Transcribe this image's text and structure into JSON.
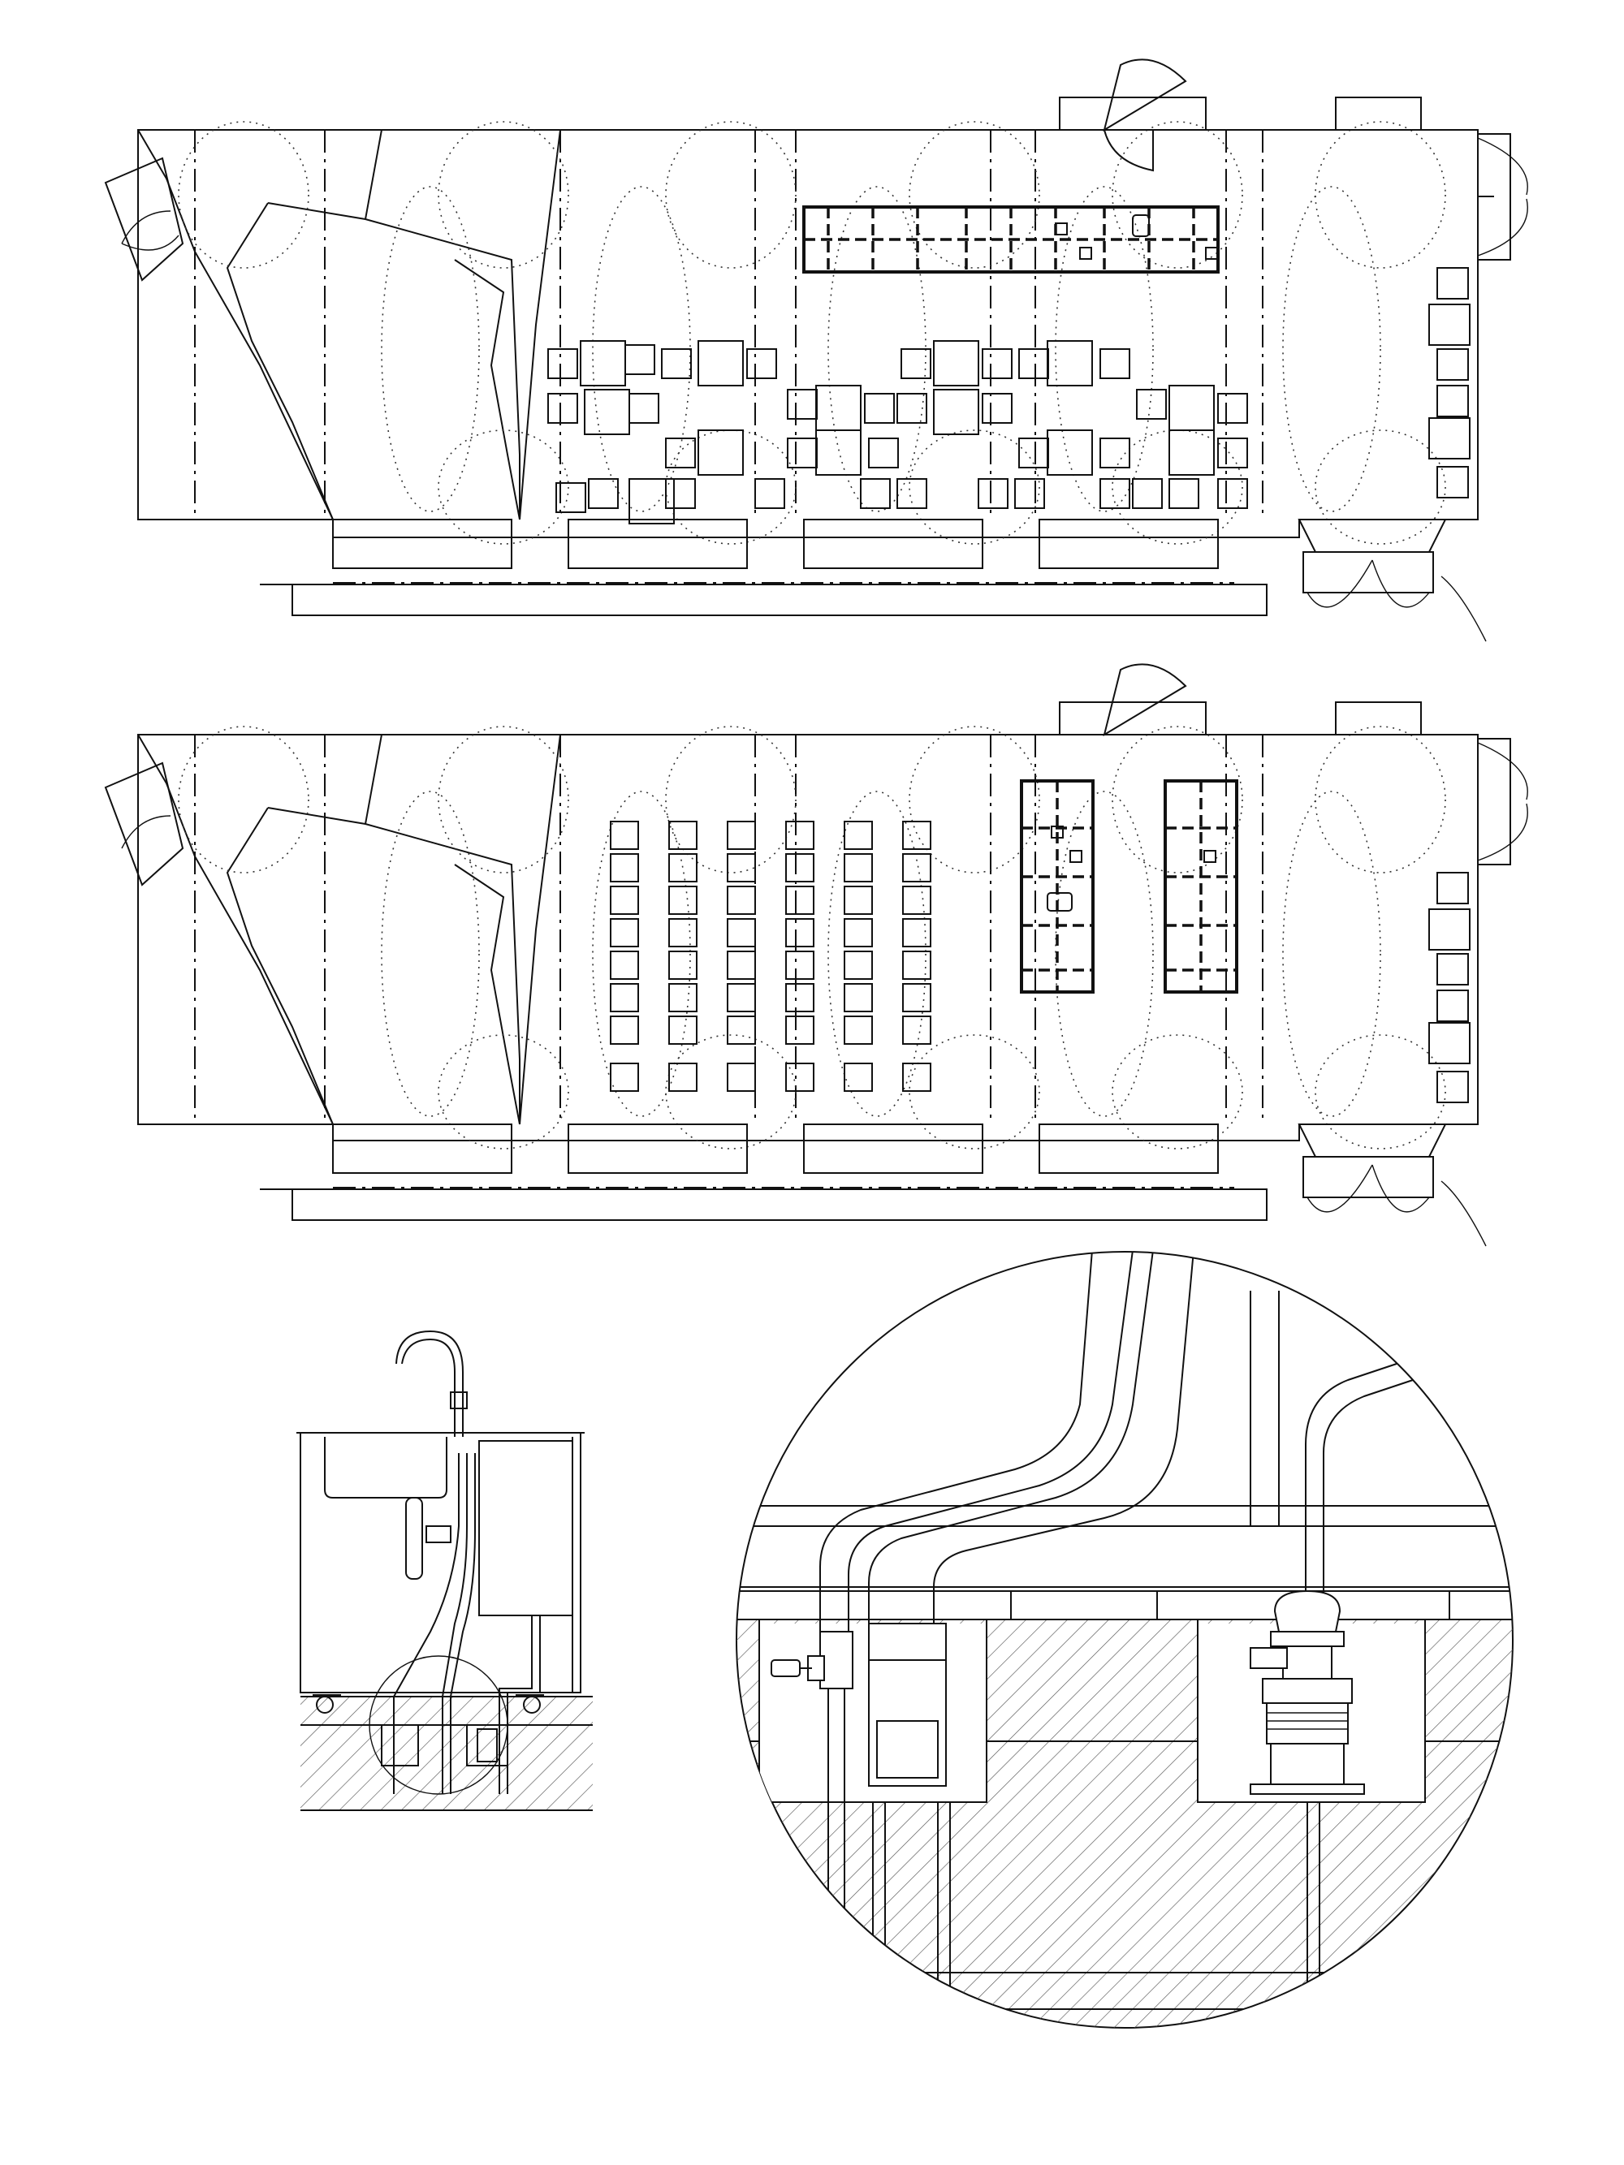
{
  "drawing": {
    "views": [
      {
        "id": "plan-layout-a",
        "description_visible": false
      },
      {
        "id": "plan-layout-b",
        "description_visible": false
      },
      {
        "id": "section-sink-unit",
        "description_visible": false
      },
      {
        "id": "detail-floor-connections",
        "description_visible": false
      }
    ],
    "plan_a": {
      "table_seat_groups": 18,
      "counter_orientation": "horizontal"
    },
    "plan_b": {
      "row_columns": 6,
      "seats_per_column": 8,
      "counters": 2
    },
    "colors": {
      "line": "#111111",
      "background": "#ffffff"
    }
  }
}
